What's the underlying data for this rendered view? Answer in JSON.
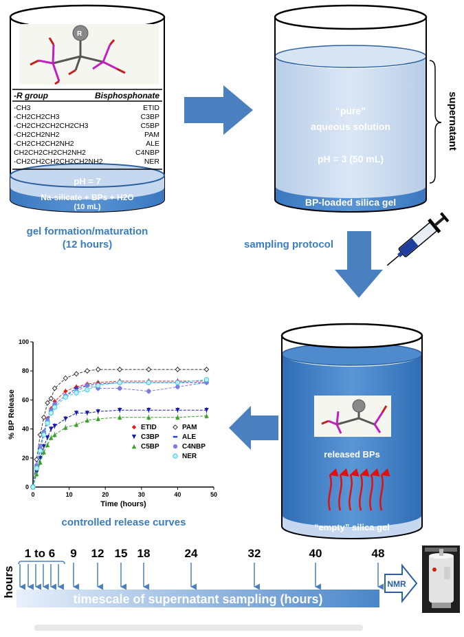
{
  "beaker1": {
    "table_header_r": "-R group",
    "table_header_bp": "Bisphosphonate",
    "rows": [
      {
        "r": "-CH3",
        "bp": "ETID"
      },
      {
        "r": "-CH2CH2CH3",
        "bp": "C3BP"
      },
      {
        "r": "-CH2CH2CH2CH2CH3",
        "bp": "C5BP"
      },
      {
        "r": "-CH2CH2NH2",
        "bp": "PAM"
      },
      {
        "r": "-CH2CH2CH2NH2",
        "bp": "ALE"
      },
      {
        "r": "CH2CH2CH2CH2NH2",
        "bp": "C4NBP"
      },
      {
        "r": "-CH2CH2CH2CH2CH2NH2",
        "bp": "NER"
      }
    ],
    "ph": "pH = 7",
    "gel_line1": "Na-silicate + BPs + H2O",
    "gel_line2": "(10 mL)",
    "molecule_r": "R",
    "caption1": "gel formation/maturation",
    "caption2": "(12 hours)"
  },
  "beaker2": {
    "pure": "“pure”",
    "aqueous": "aqueous solution",
    "ph": "pH = 3 (50 mL)",
    "gel": "BP-loaded silica gel",
    "supernatant": "supernatant"
  },
  "sampling_protocol": "sampling protocol",
  "beaker3": {
    "released": "released BPs",
    "empty_gel": "“empty” silica gel"
  },
  "chart_caption": "controlled release curves",
  "chart_data": {
    "type": "scatter",
    "xlabel": "Time (hours)",
    "ylabel": "% BP Release",
    "xlim": [
      0,
      50
    ],
    "ylim": [
      0,
      100
    ],
    "xticks": [
      0,
      10,
      20,
      30,
      40,
      50
    ],
    "yticks": [
      0,
      20,
      40,
      60,
      80,
      100
    ],
    "x": [
      0,
      1,
      2,
      3,
      4,
      5,
      6,
      9,
      12,
      15,
      18,
      24,
      32,
      40,
      48
    ],
    "legend_position": "lower-right",
    "series": [
      {
        "name": "ETID",
        "color": "#e02020",
        "marker": "diamond",
        "values": [
          0,
          14,
          27,
          38,
          47,
          54,
          59,
          66,
          69,
          71,
          72,
          73,
          73,
          73,
          73
        ]
      },
      {
        "name": "PAM",
        "color": "#333333",
        "marker": "open-diamond",
        "values": [
          0,
          19,
          36,
          48,
          58,
          61,
          68,
          75,
          78,
          80,
          81,
          81,
          81,
          81,
          81
        ]
      },
      {
        "name": "C3BP",
        "color": "#1a1aaa",
        "marker": "triangle-down",
        "values": [
          0,
          10,
          20,
          28,
          34,
          40,
          42,
          47,
          51,
          51,
          52,
          53,
          53,
          53,
          53
        ]
      },
      {
        "name": "ALE",
        "color": "#1a3bd6",
        "marker": "dash",
        "values": [
          0,
          14,
          26,
          37,
          45,
          52,
          57,
          63,
          68,
          70,
          71,
          72,
          72,
          72,
          72
        ]
      },
      {
        "name": "C5BP",
        "color": "#3aa02a",
        "marker": "triangle-up",
        "values": [
          0,
          9,
          17,
          24,
          29,
          34,
          36,
          41,
          43,
          46,
          47,
          48,
          48,
          48,
          49
        ]
      },
      {
        "name": "C4NBP",
        "color": "#7b7be0",
        "marker": "circle",
        "values": [
          0,
          15,
          28,
          38,
          46,
          53,
          57,
          63,
          66,
          70,
          68,
          68,
          66,
          69,
          72
        ]
      },
      {
        "name": "NER",
        "color": "#40c8e0",
        "marker": "circle-x",
        "values": [
          0,
          13,
          25,
          36,
          44,
          51,
          55,
          62,
          65,
          67,
          70,
          72,
          72,
          72,
          74
        ]
      }
    ]
  },
  "timeline": {
    "label_hours": "hours",
    "ticks": [
      "1 to 6",
      "9",
      "12",
      "15",
      "18",
      "24",
      "32",
      "40",
      "48"
    ],
    "bar_text": "timescale of supernatant sampling (hours)",
    "nmr": "NMR"
  },
  "colors": {
    "liquid": "#c5d8ef",
    "gel_dark": "#4a86c9",
    "dark_liquid": "#3e7bc2",
    "arrow": "#4a7fc0",
    "caption": "#3a7dbf",
    "red_arrows": "#e01010"
  }
}
